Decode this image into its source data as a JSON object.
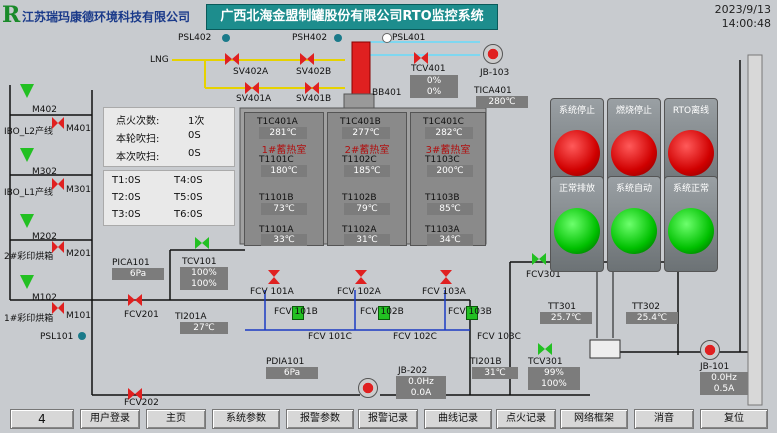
{
  "header": {
    "logo": "R",
    "company": "江苏瑞玛康德环境科技有限公司",
    "title": "广西北海金盟制罐股份有限公司RTO监控系统",
    "date": "2023/9/13",
    "time": "14:00:48"
  },
  "ignition": {
    "count_label": "点火次数:",
    "count_value": "1次",
    "round_label": "本轮吹扫:",
    "round_value": "0S",
    "this_label": "本次吹扫:",
    "this_value": "0S"
  },
  "timers": [
    {
      "l": "T1:",
      "v": "0S"
    },
    {
      "l": "T4:",
      "v": "0S"
    },
    {
      "l": "T2:",
      "v": "0S"
    },
    {
      "l": "T5:",
      "v": "0S"
    },
    {
      "l": "T3:",
      "v": "0S"
    },
    {
      "l": "T6:",
      "v": "0S"
    }
  ],
  "left_lines": {
    "m402": "M402",
    "ibo_l2": "IBO_L2产线",
    "m401": "M401",
    "m302": "M302",
    "ibo_l1": "IBO_L1产线",
    "m301": "M301",
    "m202": "M202",
    "print2": "2#彩印烘箱",
    "m201": "M201",
    "m102": "M102",
    "print1": "1#彩印烘箱",
    "m101": "M101",
    "psl101": "PSL101"
  },
  "gas": {
    "psl402": "PSL402",
    "psh402": "PSH402",
    "psl401": "PSL401",
    "lng": "LNG",
    "sv402a": "SV402A",
    "sv402b": "SV402B",
    "sv401a": "SV401A",
    "sv401b": "SV401B",
    "bb401": "BB401",
    "tcv401": "TCV401",
    "tcv401_v1": "0%",
    "tcv401_v2": "0%",
    "jb103": "JB-103",
    "tica401": "TICA401",
    "tica401_v": "280℃"
  },
  "chambers": [
    {
      "top_tag": "T1C401A",
      "top_val": "281℃",
      "name": "1#蓄热室",
      "mid_tag": "T1101C",
      "mid_val": "180℃",
      "low_tag": "T1101B",
      "low_val": "73℃",
      "bot_tag": "T1101A",
      "bot_val": "33℃"
    },
    {
      "top_tag": "T1C401B",
      "top_val": "277℃",
      "name": "2#蓄热室",
      "mid_tag": "T1102C",
      "mid_val": "185℃",
      "low_tag": "T1102B",
      "low_val": "79℃",
      "bot_tag": "T1102A",
      "bot_val": "31℃"
    },
    {
      "top_tag": "T1C401C",
      "top_val": "282℃",
      "name": "3#蓄热室",
      "mid_tag": "T1103C",
      "mid_val": "200℃",
      "low_tag": "T1103B",
      "low_val": "85℃",
      "bot_tag": "T1103A",
      "bot_val": "34℃"
    }
  ],
  "fcv": {
    "a1": "FCV 101A",
    "a2": "FCV 102A",
    "a3": "FCV 103A",
    "b1": "FCV 101B",
    "b2": "FCV 102B",
    "b3": "FCV 103B",
    "c1": "FCV 101C",
    "c2": "FCV 102C",
    "c3": "FCV 103C",
    "fcv201": "FCV201",
    "fcv202": "FCV202",
    "fcv301": "FCV301"
  },
  "process": {
    "pica101": "PICA101",
    "pica101_v": "6Pa",
    "tcv101": "TCV101",
    "tcv101_v1": "100%",
    "tcv101_v2": "100%",
    "ti201a": "TI201A",
    "ti201a_v": "27℃",
    "pdia101": "PDIA101",
    "pdia101_v": "6Pa",
    "jb202": "JB-202",
    "jb202_v1": "0.0Hz",
    "jb202_v2": "0.0A",
    "ti201b": "TI201B",
    "ti201b_v": "31℃",
    "tcv301": "TCV301",
    "tcv301_v1": "99%",
    "tcv301_v2": "100%",
    "tt301": "TT301",
    "tt301_v": "25.7℃",
    "tt302": "TT302",
    "tt302_v": "25.4℃",
    "jb101": "JB-101",
    "jb101_v1": "0.0Hz",
    "jb101_v2": "0.5A"
  },
  "status_panels": [
    {
      "label": "系统停止",
      "color": "red"
    },
    {
      "label": "燃烧停止",
      "color": "red"
    },
    {
      "label": "RTO离线",
      "color": "red"
    },
    {
      "label": "正常排放",
      "color": "green"
    },
    {
      "label": "系统自动",
      "color": "green"
    },
    {
      "label": "系统正常",
      "color": "green"
    }
  ],
  "bottom": {
    "page": "4",
    "buttons": [
      "用户登录",
      "主页",
      "系统参数",
      "报警参数",
      "报警记录",
      "曲线记录",
      "点火记录",
      "网络框架",
      "消音",
      "复位"
    ]
  }
}
